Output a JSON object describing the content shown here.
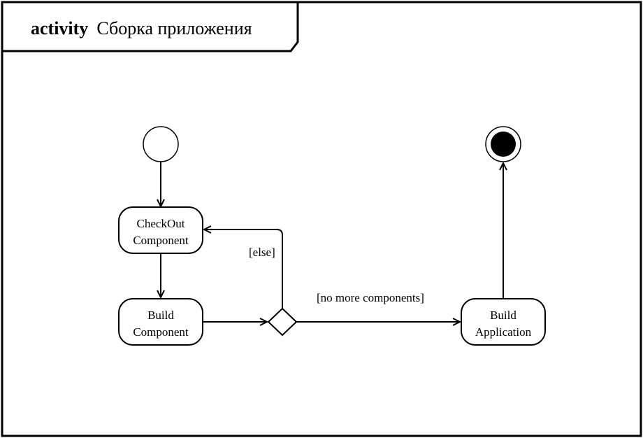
{
  "frame": {
    "keyword": "activity",
    "name": "Сборка приложения"
  },
  "nodes": {
    "checkout": {
      "line1": "CheckOut",
      "line2": "Component"
    },
    "build_component": {
      "line1": "Build",
      "line2": "Component"
    },
    "build_application": {
      "line1": "Build",
      "line2": "Application"
    }
  },
  "guards": {
    "else": "[else]",
    "no_more": "[no more components]"
  }
}
